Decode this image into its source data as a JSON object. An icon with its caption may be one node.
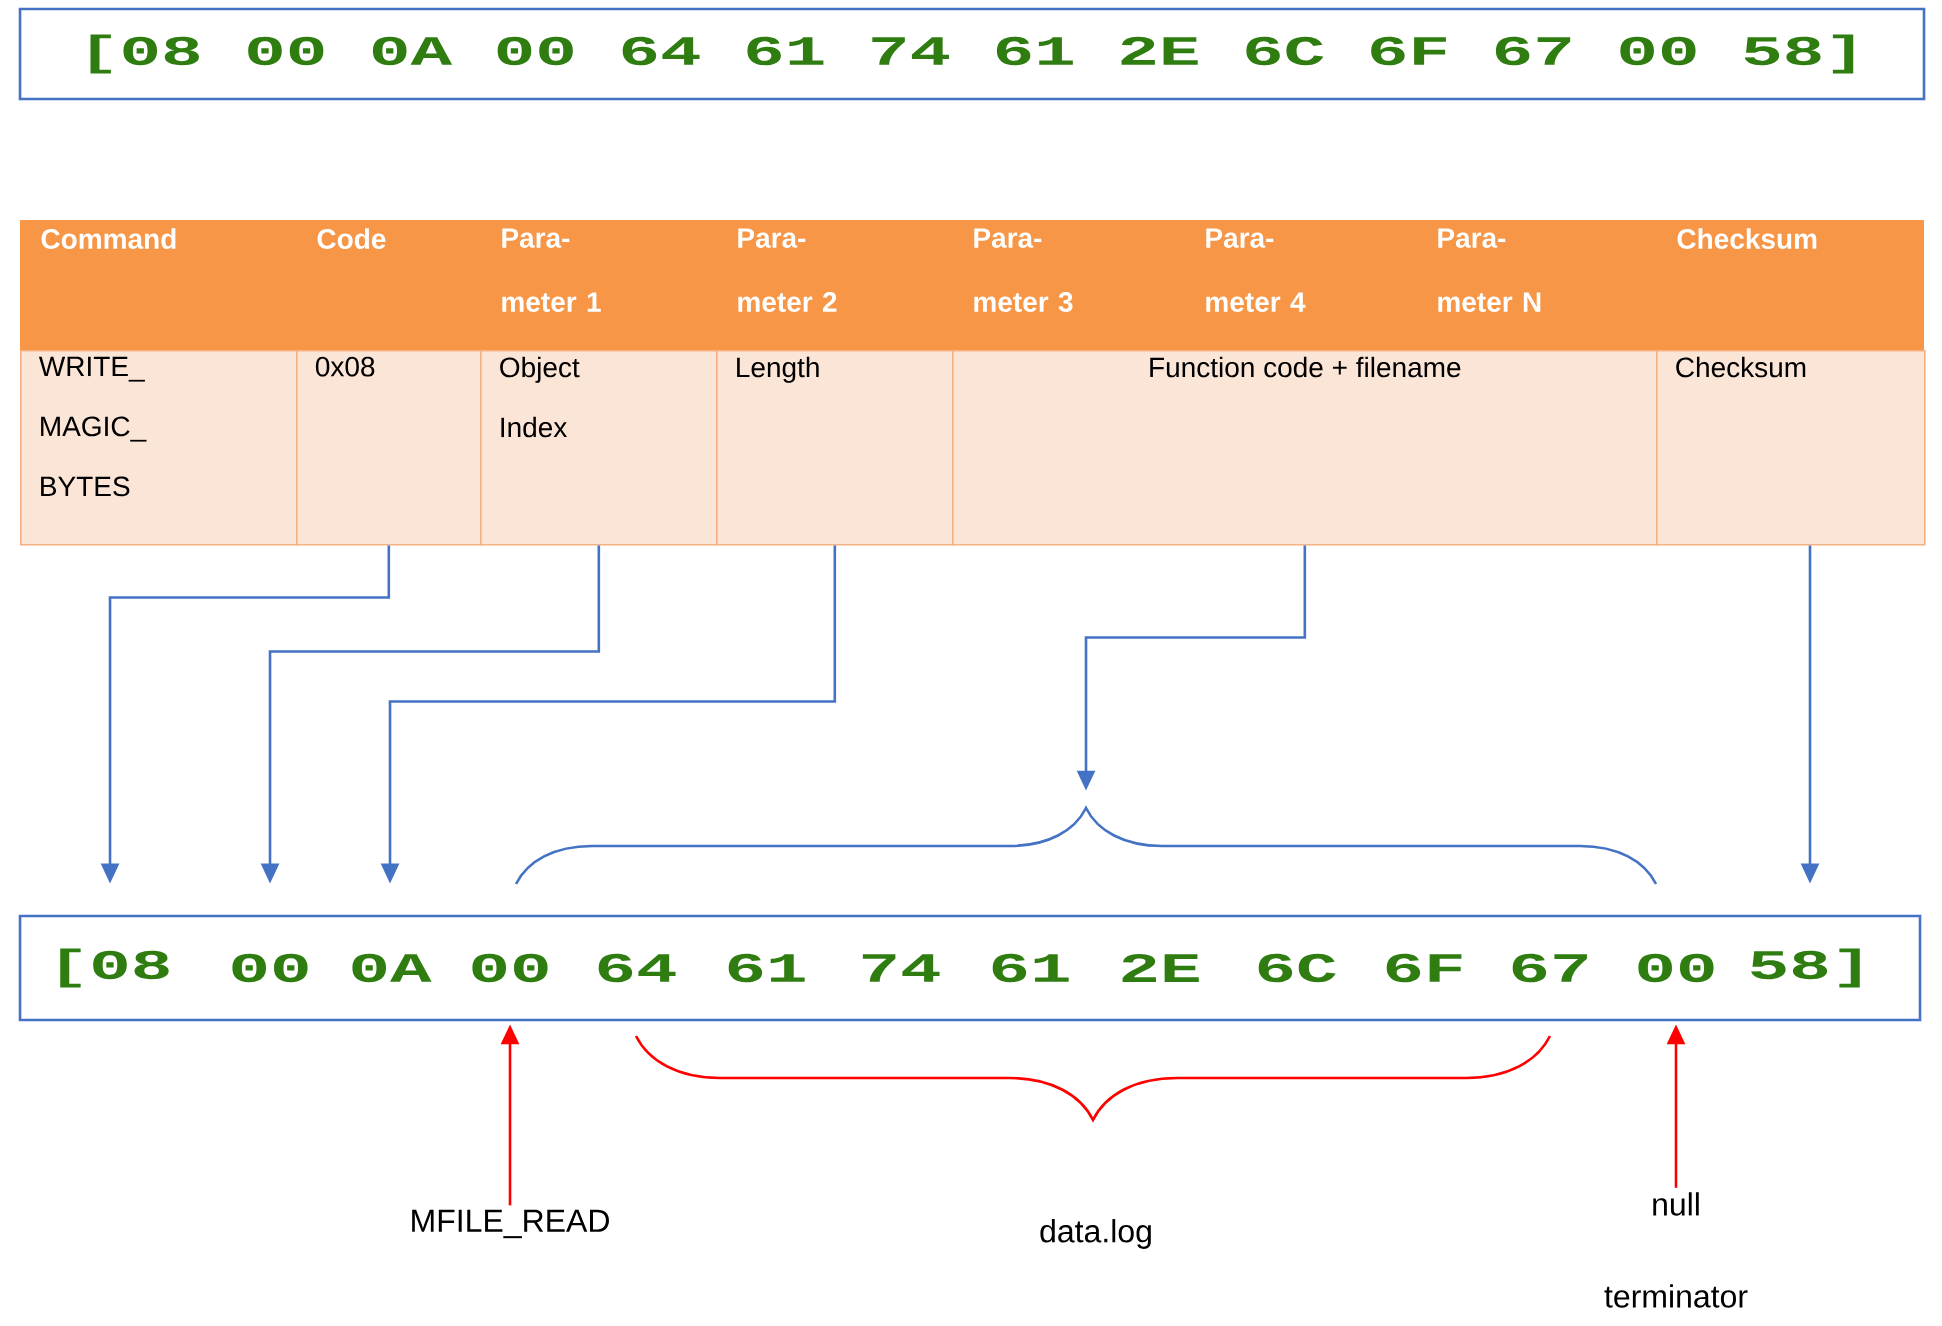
{
  "diagram": {
    "nodes": [
      {
        "text": [
          "[08 00 0A 00 64 61 74 61 2E 6C 6F 67 00 58]"
        ]
      },
      {
        "text": [
          "WRITE_ MAGIC_ BYTES"
        ]
      },
      {
        "text": [
          "0x08"
        ]
      },
      {
        "text": [
          "Object Index"
        ]
      },
      {
        "text": [
          "Length"
        ]
      },
      {
        "text": [
          "Function code + filename"
        ]
      },
      {
        "text": [
          "Checksum"
        ]
      },
      {
        "text": [],
        "shape": "box"
      },
      {
        "text": [
          "[08"
        ],
        "in": 7
      },
      {
        "text": [
          "00"
        ],
        "in": 7
      },
      {
        "text": [
          "0A"
        ],
        "in": 7
      },
      {
        "text": [
          "00"
        ],
        "in": 7
      },
      {
        "text": [
          "64"
        ],
        "in": 7
      },
      {
        "text": [
          "61"
        ],
        "in": 7
      },
      {
        "text": [
          "74"
        ],
        "in": 7
      },
      {
        "text": [
          "61"
        ],
        "in": 7
      },
      {
        "text": [
          "2E"
        ],
        "in": 7
      },
      {
        "text": [
          "6C"
        ],
        "in": 7
      },
      {
        "text": [
          "6F"
        ],
        "in": 7
      },
      {
        "text": [
          "67"
        ],
        "in": 7
      },
      {
        "text": [
          "00"
        ],
        "in": 7
      },
      {
        "text": [
          "58]"
        ],
        "in": 7
      },
      {
        "text": [
          "MFILE_READ"
        ]
      },
      {
        "text": [
          "null terminator"
        ]
      }
    ],
    "edges": [
      {
        "from": 2,
        "to": 8,
        "arrow": "to"
      },
      {
        "from": 3,
        "to": 9,
        "arrow": "to"
      },
      {
        "from": 4,
        "to": 10,
        "arrow": "to"
      },
      {
        "from": 5,
        "to": 7,
        "arrow": "to"
      },
      {
        "from": 6,
        "to": 21,
        "arrow": "to"
      },
      {
        "from": 22,
        "to": 11,
        "arrow": "to",
        "color": "#ff0000"
      },
      {
        "from": 23,
        "to": 20,
        "arrow": "to",
        "color": "#ff0000"
      }
    ],
    "labels": [
      "Command",
      "Code",
      "Para- meter 1",
      "Para- meter 2",
      "Para- meter 3",
      "Para- meter 4",
      "Para- meter N",
      "Checksum",
      "data.log"
    ]
  }
}
